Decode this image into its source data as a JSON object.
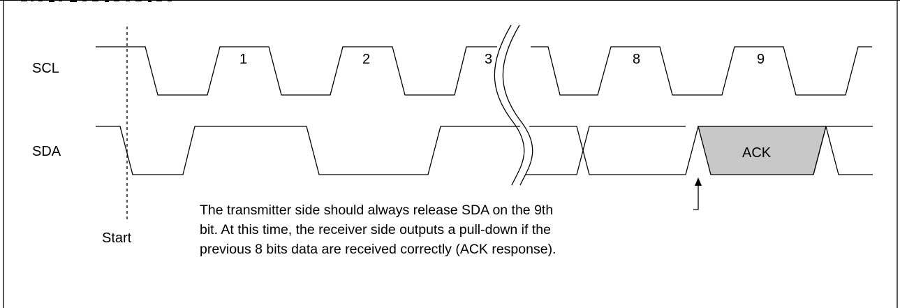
{
  "signals": {
    "scl": "SCL",
    "sda": "SDA"
  },
  "bit_labels": [
    "1",
    "2",
    "3",
    "8",
    "9"
  ],
  "start_label": "Start",
  "ack_label": "ACK",
  "annotation": [
    "The transmitter side should always release SDA on the 9th",
    "bit. At this time, the receiver side outputs a pull-down if the",
    "previous 8 bits data are received correctly (ACK response)."
  ],
  "colors": {
    "ack_fill": "#c8c8c8",
    "line": "#000000",
    "background": "#ffffff"
  }
}
